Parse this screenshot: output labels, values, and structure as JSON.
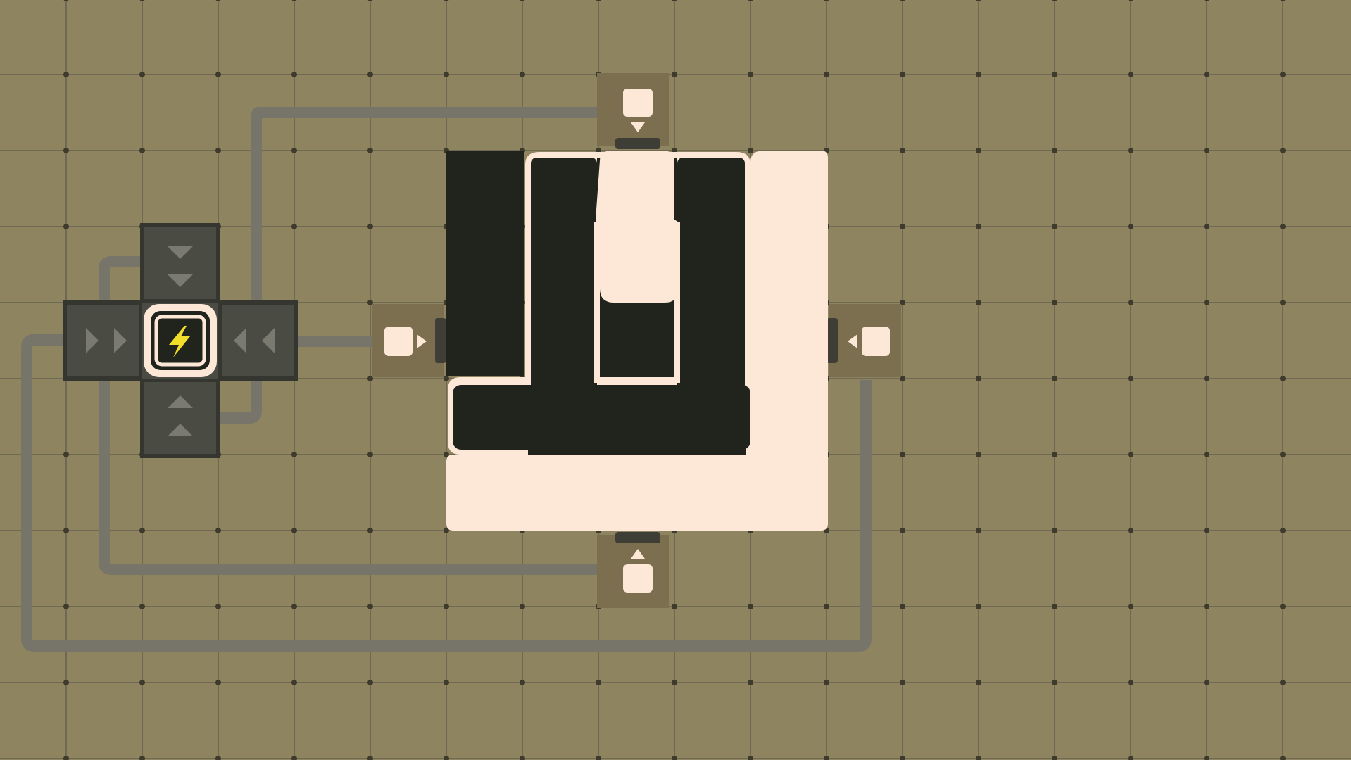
{
  "game": {
    "title": "",
    "grid": {
      "columns": 18,
      "rows": 10
    },
    "power_source": {
      "icon": "lightning-bolt-icon",
      "state": "powered"
    },
    "pushers": [
      {
        "name": "pusher-top",
        "icon": "arrow-down-icon",
        "direction": "down"
      },
      {
        "name": "pusher-left",
        "icon": "arrow-right-icon",
        "direction": "right"
      },
      {
        "name": "pusher-right",
        "icon": "arrow-left-icon",
        "direction": "left"
      },
      {
        "name": "pusher-bottom",
        "icon": "arrow-up-icon",
        "direction": "up"
      }
    ],
    "controller_arms": [
      {
        "name": "controller-arm-up",
        "icon": "chevron-down-icon"
      },
      {
        "name": "controller-arm-down",
        "icon": "chevron-up-icon"
      },
      {
        "name": "controller-arm-left",
        "icon": "chevron-right-icon"
      },
      {
        "name": "controller-arm-right",
        "icon": "chevron-left-icon"
      }
    ]
  },
  "colors": {
    "background": "#8f8460",
    "grid_line": "#6f6954",
    "grid_dot": "#3e3a2c",
    "wire": "#77746a",
    "block_light": "#fde7d6",
    "block_dark": "#21231d",
    "controller": "#4a4b43",
    "controller_border": "#35362f",
    "bolt": "#f3dd2b"
  }
}
